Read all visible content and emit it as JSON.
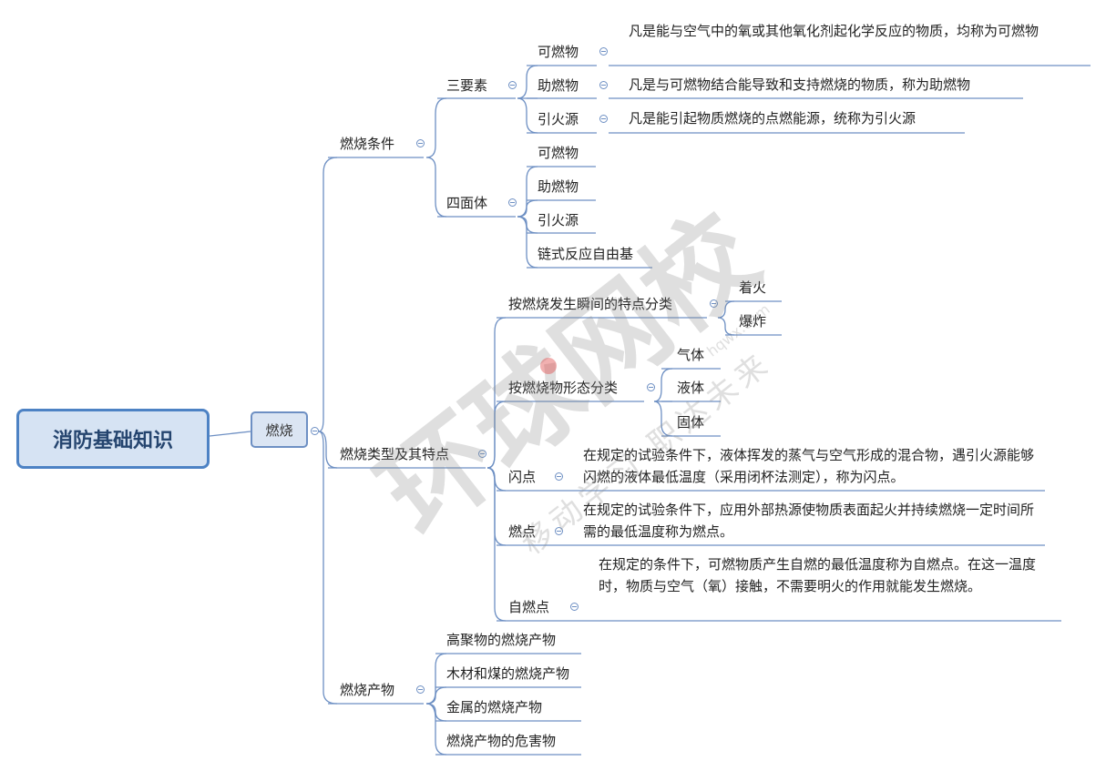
{
  "root": "消防基础知识",
  "center": "燃烧",
  "conditions": {
    "label": "燃烧条件",
    "three_elements": {
      "label": "三要素",
      "items": [
        {
          "label": "可燃物",
          "desc": "凡是能与空气中的氧或其他氧化剂起化学反应的物质，均称为可燃物"
        },
        {
          "label": "助燃物",
          "desc": "凡是与可燃物结合能导致和支持燃烧的物质，称为助燃物"
        },
        {
          "label": "引火源",
          "desc": "凡是能引起物质燃烧的点燃能源，统称为引火源"
        }
      ]
    },
    "tetrahedron": {
      "label": "四面体",
      "items": [
        "可燃物",
        "助燃物",
        "引火源",
        "链式反应自由基"
      ]
    }
  },
  "types": {
    "label": "燃烧类型及其特点",
    "instant": {
      "label": "按燃烧发生瞬间的特点分类",
      "items": [
        "着火",
        "爆炸"
      ]
    },
    "state": {
      "label": "按燃烧物形态分类",
      "items": [
        "气体",
        "液体",
        "固体"
      ]
    },
    "flash": {
      "label": "闪点",
      "desc": "在规定的试验条件下，液体挥发的蒸气与空气形成的混合物，遇引火源能够闪燃的液体最低温度（采用闭杯法测定），称为闪点。"
    },
    "fire": {
      "label": "燃点",
      "desc": "在规定的试验条件下，应用外部热源使物质表面起火并持续燃烧一定时间所需的最低温度称为燃点。"
    },
    "auto": {
      "label": "自燃点",
      "desc": "在规定的条件下，可燃物质产生自燃的最低温度称为自燃点。在这一温度时，物质与空气（氧）接触，不需要明火的作用就能发生燃烧。"
    }
  },
  "products": {
    "label": "燃烧产物",
    "items": [
      "高聚物的燃烧产物",
      "木材和煤的燃烧产物",
      "金属的燃烧产物",
      "燃烧产物的危害物"
    ]
  },
  "watermark": {
    "main": "环球网校",
    "sub": "移动学习 职达未来",
    "url": "hqwx.com"
  }
}
